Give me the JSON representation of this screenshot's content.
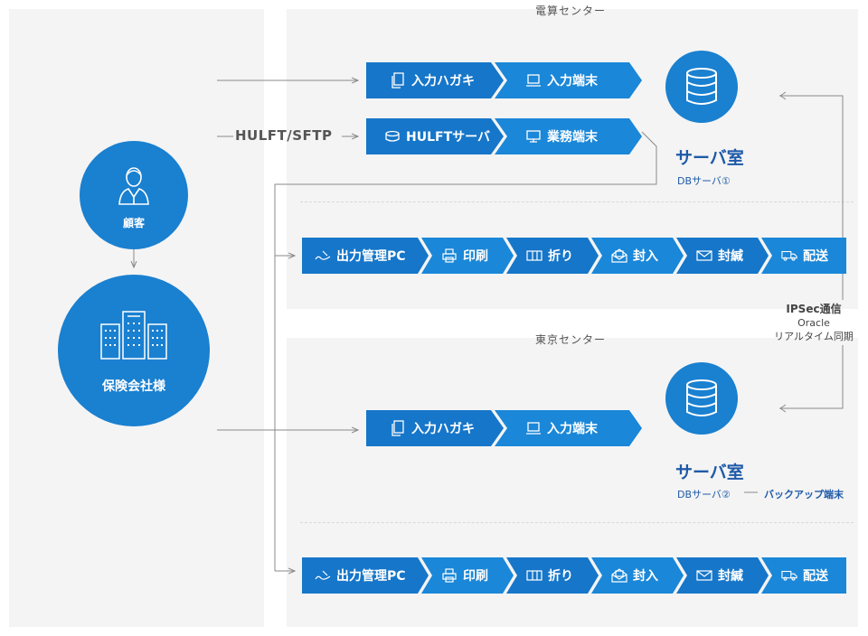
{
  "centers": {
    "dengen": "電算センター",
    "tokyo": "東京センター"
  },
  "customer": {
    "label": "顧客"
  },
  "insurer": {
    "label": "保険会社様"
  },
  "hulft_label": "HULFT/SFTP",
  "flows": {
    "input1": [
      "入力ハガキ",
      "入力端末"
    ],
    "hulft": [
      "HULFTサーバ",
      "業務端末"
    ],
    "input2": [
      "入力ハガキ",
      "入力端末"
    ],
    "output": [
      "出力管理PC",
      "印刷",
      "折り",
      "封入",
      "封緘",
      "配送"
    ]
  },
  "server1": {
    "title": "サーバ室",
    "sub": "DBサーバ①"
  },
  "server2": {
    "title": "サーバ室",
    "sub": "DBサーバ②",
    "backup": "バックアップ端末"
  },
  "sync": {
    "line1": "IPSec通信",
    "line2": "Oracle",
    "line3": "リアルタイム同期"
  },
  "colors": {
    "dark": "#1676c9",
    "light": "#1a87d8",
    "circle": "#1a80d0",
    "title": "#1e5aa8"
  }
}
